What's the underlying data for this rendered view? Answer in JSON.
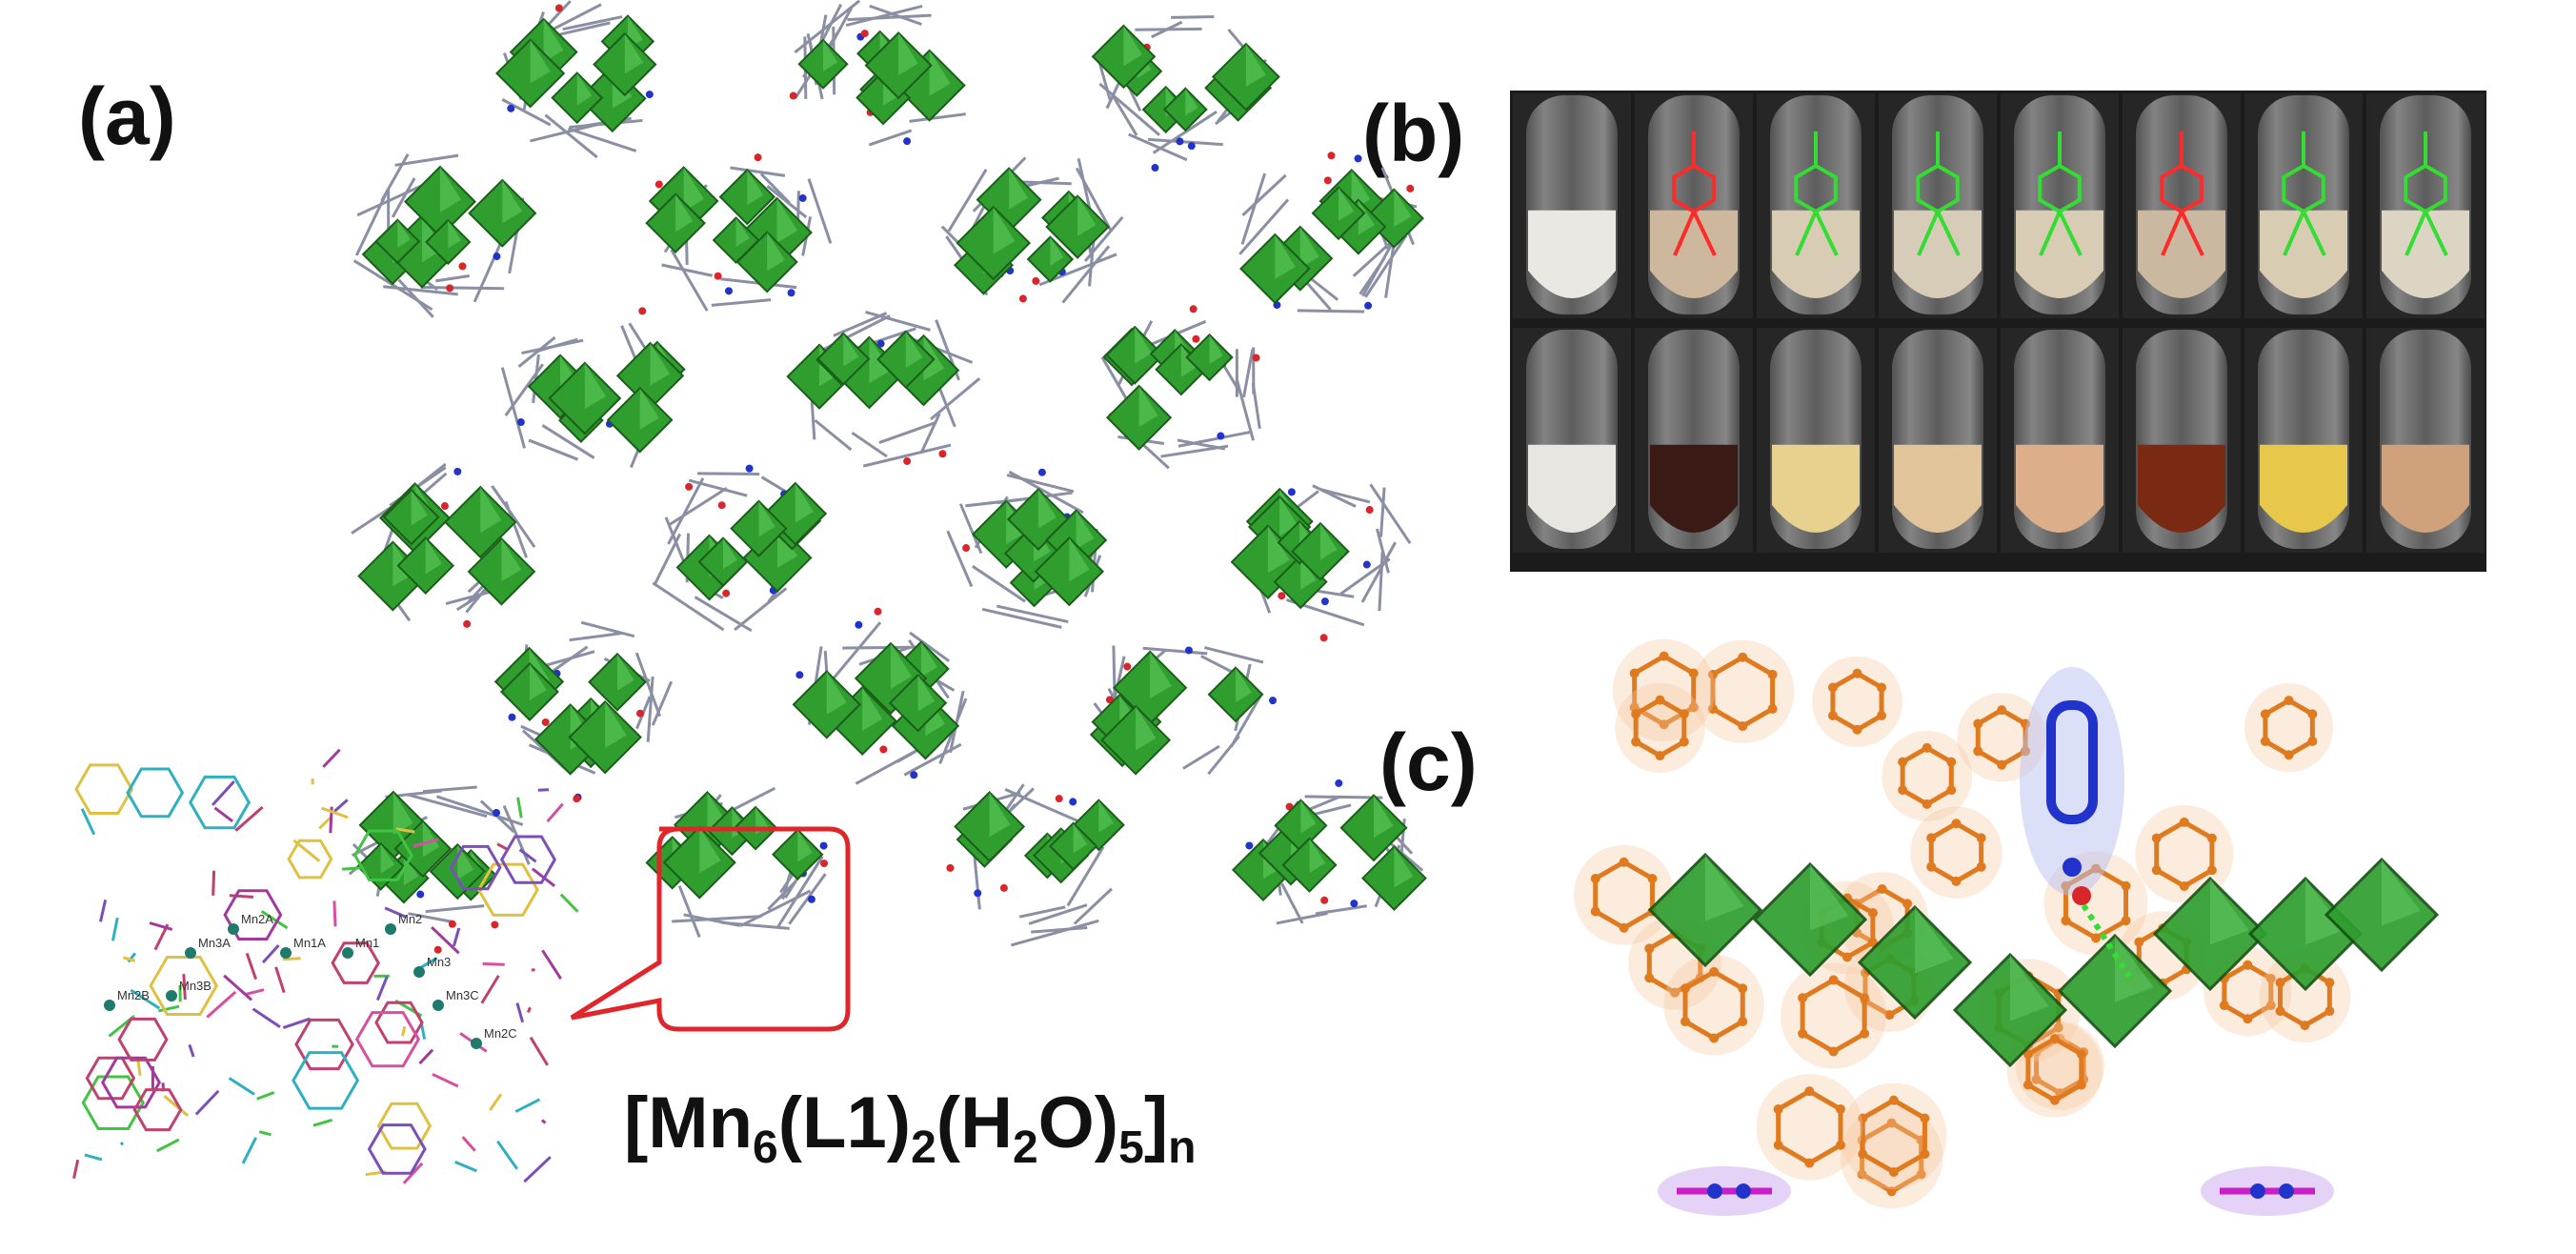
{
  "panels": {
    "a": {
      "label": "(a)"
    },
    "b": {
      "label": "(b)"
    },
    "c": {
      "label": "(c)"
    }
  },
  "formula": {
    "prefix": "[Mn",
    "mn_sub": "6",
    "ligand": "(L1)",
    "ligand_sub": "2",
    "water_open": "(H",
    "h_sub": "2",
    "water_close": "O)",
    "water_sub": "5",
    "close": "]",
    "n_sub": "n"
  },
  "mn_labels": [
    "Mn2A",
    "Mn3A",
    "Mn1A",
    "Mn1",
    "Mn2",
    "Mn3",
    "Mn3B",
    "Mn2B",
    "Mn3C",
    "Mn2C"
  ],
  "colors": {
    "polyhedra": "#2f9e2f",
    "frame": "#8a8fa3",
    "oxygen": "#d8262b",
    "nitrogen": "#2233cc",
    "callout": "#e0262b",
    "ligand": "#e07a1f",
    "highlight_bad": "#ff2a2a",
    "highlight_good": "#33dd33"
  }
}
